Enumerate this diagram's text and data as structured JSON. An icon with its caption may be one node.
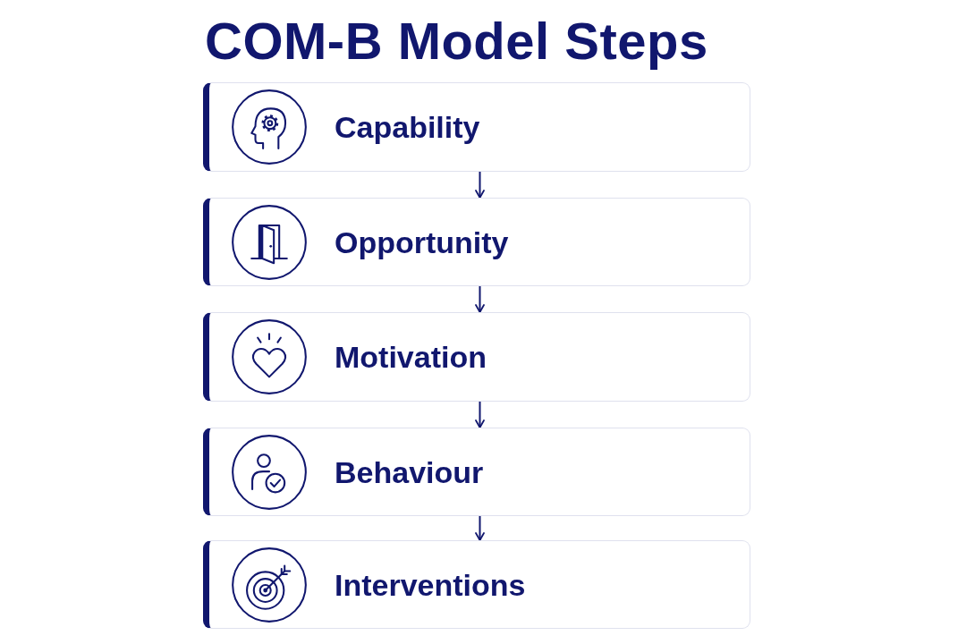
{
  "diagram": {
    "title": "COM-B Model Steps",
    "nodes": [
      {
        "text": [
          "Capability"
        ]
      },
      {
        "text": [
          "Opportunity"
        ]
      },
      {
        "text": [
          "Motivation"
        ]
      },
      {
        "text": [
          "Behaviour"
        ]
      },
      {
        "text": [
          "Interventions"
        ]
      }
    ],
    "edges": [
      {
        "from": 0,
        "to": 1,
        "arrow": "to"
      },
      {
        "from": 1,
        "to": 2,
        "arrow": "to"
      },
      {
        "from": 2,
        "to": 3,
        "arrow": "to"
      },
      {
        "from": 3,
        "to": 4,
        "arrow": "to"
      }
    ]
  }
}
